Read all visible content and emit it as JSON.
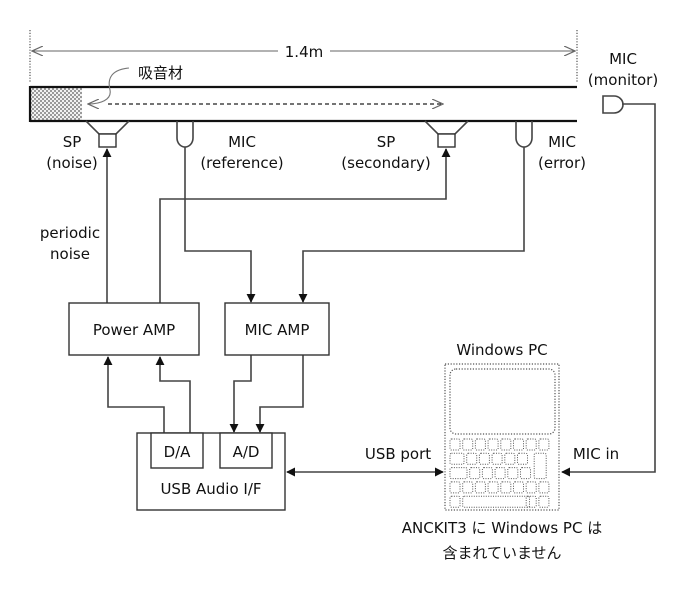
{
  "diagram": {
    "length_label": "1.4m",
    "absorber_label": "吸音材",
    "duct": {
      "speaker_noise": {
        "name": "SP",
        "role": "(noise)"
      },
      "mic_reference": {
        "name": "MIC",
        "role": "(reference)"
      },
      "speaker_secondary": {
        "name": "SP",
        "role": "(secondary)"
      },
      "mic_error": {
        "name": "MIC",
        "role": "(error)"
      }
    },
    "mic_monitor": {
      "name": "MIC",
      "role": "(monitor)"
    },
    "signal_label": {
      "line1": "periodic",
      "line2": "noise"
    },
    "power_amp": "Power AMP",
    "mic_amp": "MIC AMP",
    "usb_audio_if": {
      "label": "USB Audio I/F",
      "da": "D/A",
      "ad": "A/D"
    },
    "usb_port_label": "USB port",
    "mic_in_label": "MIC in",
    "pc_label": "Windows PC",
    "note": {
      "line1": "ANCKIT3 に Windows PC は",
      "line2": "含まれていません"
    }
  }
}
